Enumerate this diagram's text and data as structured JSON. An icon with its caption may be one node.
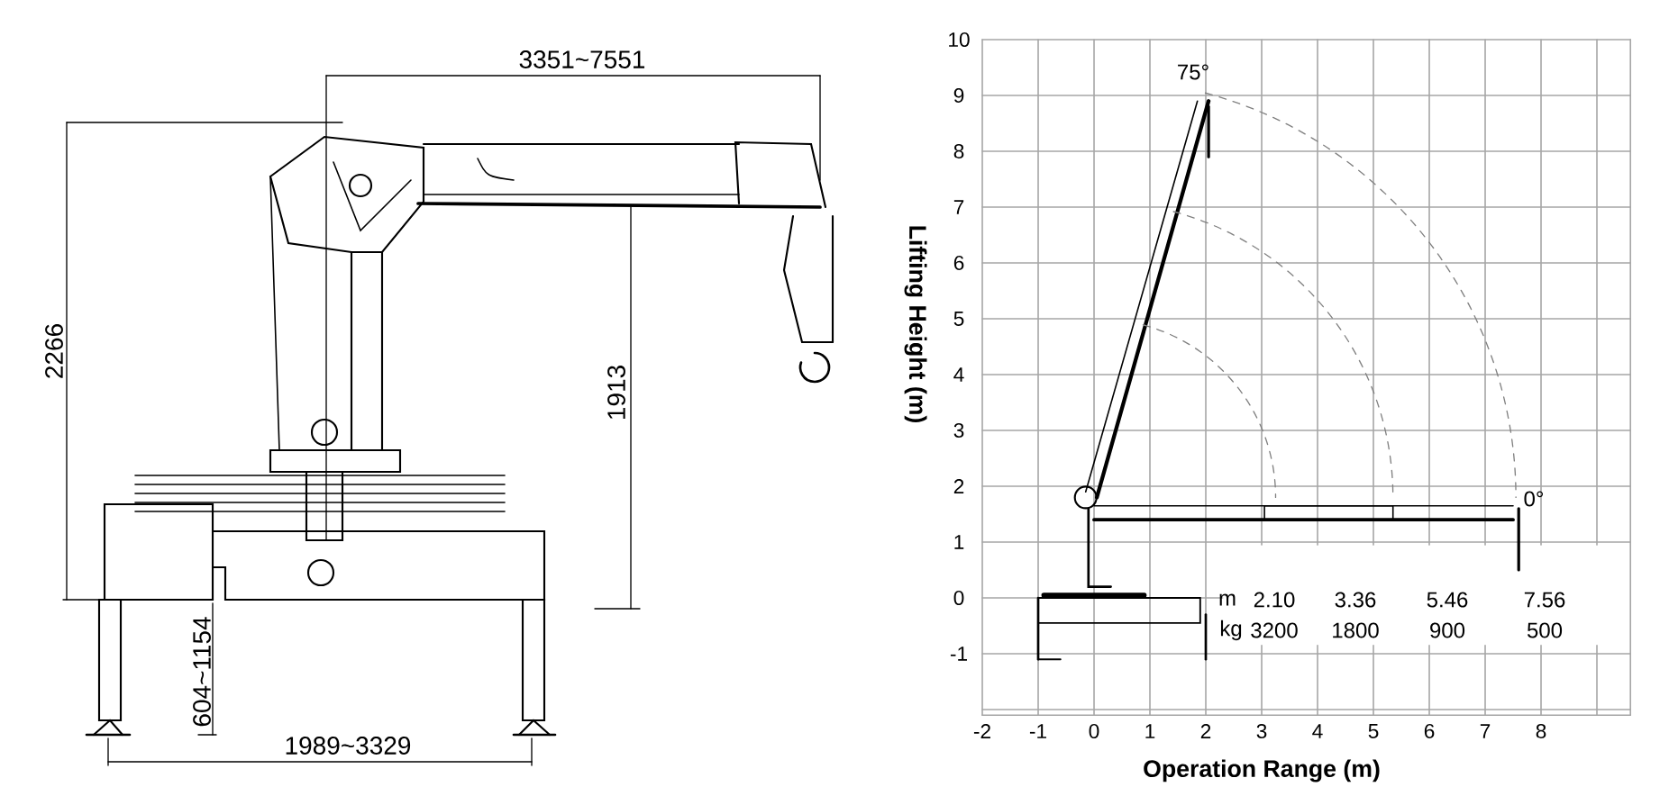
{
  "diagram": {
    "labels": [
      "3351~7551",
      "2266",
      "1913",
      "604~1154",
      "1989~3329",
      "10",
      "9",
      "8",
      "7",
      "6",
      "5",
      "4",
      "3",
      "2",
      "1",
      "0",
      "-1",
      "75°",
      "0°",
      "m",
      "2.10",
      "3.36",
      "5.46",
      "7.56",
      "kg",
      "3200",
      "1800",
      "900",
      "500",
      "-2",
      "-1",
      "0",
      "1",
      "2",
      "3",
      "4",
      "5",
      "6",
      "7",
      "8",
      "Lifting Height (m)",
      "Operation Range (m)"
    ]
  }
}
